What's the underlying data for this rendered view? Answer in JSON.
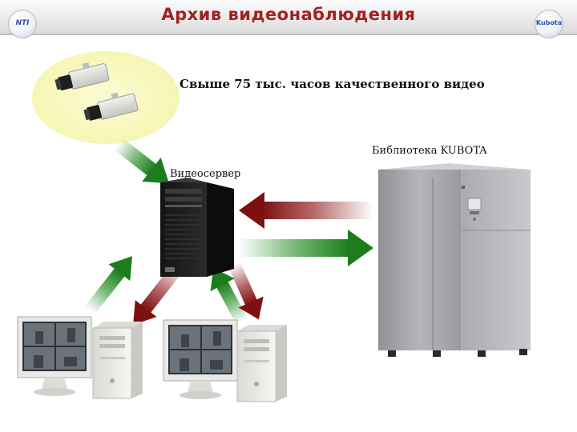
{
  "header": {
    "title": "Архив видеонаблюдения",
    "logo_left_text": "NTI",
    "logo_right_text": "Kubota"
  },
  "labels": {
    "hours": "Свыше 75 тыс. часов качественного видео",
    "library": "Библиотека KUBOTA",
    "server": "Видеосервер"
  },
  "colors": {
    "title": "#a32020",
    "arrow_green": "#1e8a1e",
    "arrow_red": "#8e1616",
    "camera_zone": "#f6f6b4"
  },
  "icons": [
    "camera-icon",
    "server-tower-icon",
    "tape-library-icon",
    "monitor-icon",
    "workstation-tower-icon"
  ]
}
